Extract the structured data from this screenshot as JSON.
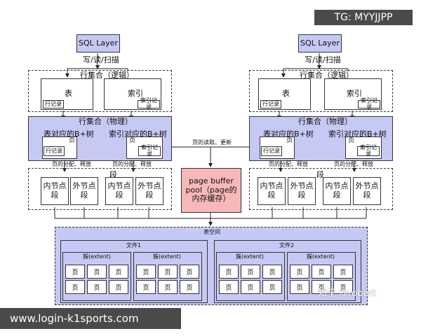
{
  "watermark_tag": "TG: MYYJJPP",
  "watermark_site": "www.login-k1sports.com",
  "watermark_zhihu": "知乎 @robert",
  "sql_layer": "SQL Layer",
  "rw_scan": "写/读/扫描",
  "row_set_logical": "行集合（逻辑）",
  "table": "表",
  "index": "索引",
  "row_record": "行记录",
  "index_record": "索引记录",
  "row_set_physical": "行集合（物理）",
  "table_btree": "表对应的B+树",
  "index_btree": "索引对应的B+树",
  "page": "页",
  "page_alloc": "页的分配、释放",
  "segment": "段",
  "inner_node_seg": "内节点段",
  "leaf_node_seg": "外节点段",
  "page_io": "页的读取、更新",
  "buffer_pool": "page buffer pool（page的内存缓存）",
  "tablespace": "表空间",
  "file1": "文件1",
  "file2": "文件2",
  "extent": "簇(extent)"
}
